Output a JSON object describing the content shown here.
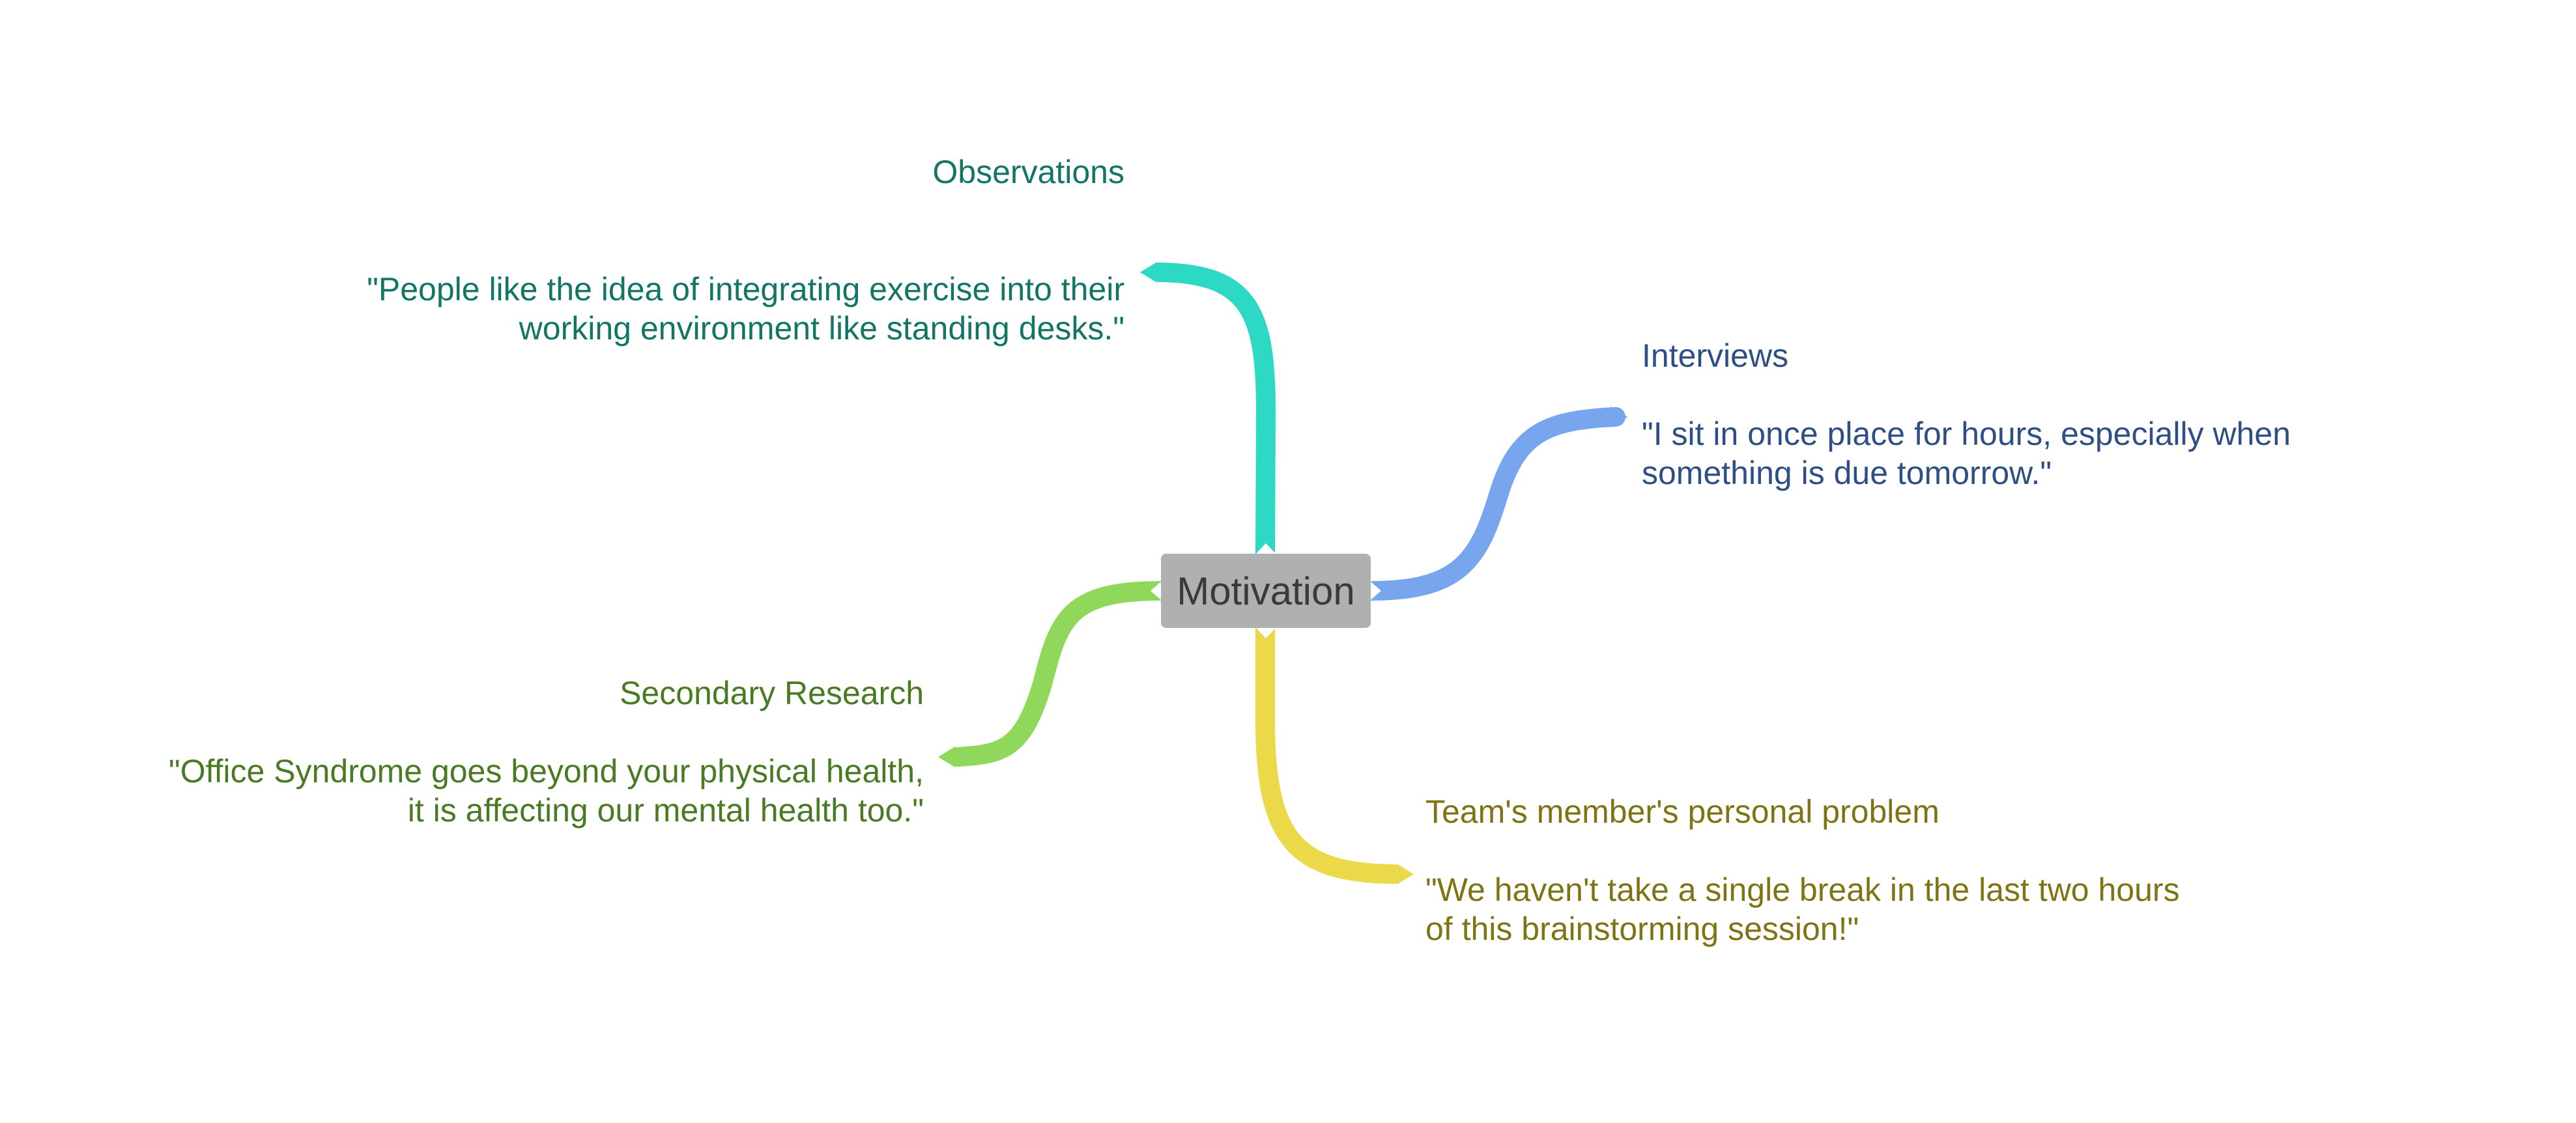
{
  "center": {
    "label": "Motivation",
    "fill": "#b0b0b0",
    "text_color": "#3a3a3a"
  },
  "branches": {
    "observations": {
      "title": "Observations",
      "quote": "\"People like the idea of integrating exercise into their working environment like standing desks.\"",
      "line_color": "#2dd9c4",
      "text_color": "#127566"
    },
    "interviews": {
      "title": "Interviews",
      "quote": "\"I sit in once place for hours, especially when something is due tomorrow.\"",
      "line_color": "#78a6ee",
      "text_color": "#2e4f86"
    },
    "secondary_research": {
      "title": "Secondary Research",
      "quote": "\"Office Syndrome goes beyond your physical health, it is affecting our mental health too.\"",
      "line_color": "#90d85c",
      "text_color": "#4a7a23"
    },
    "team_problem": {
      "title": "Team's member's personal problem",
      "quote": "\"We haven't take a single break in the last two hours of this brainstorming session!\"",
      "line_color": "#ecd94a",
      "text_color": "#7f7414"
    }
  }
}
